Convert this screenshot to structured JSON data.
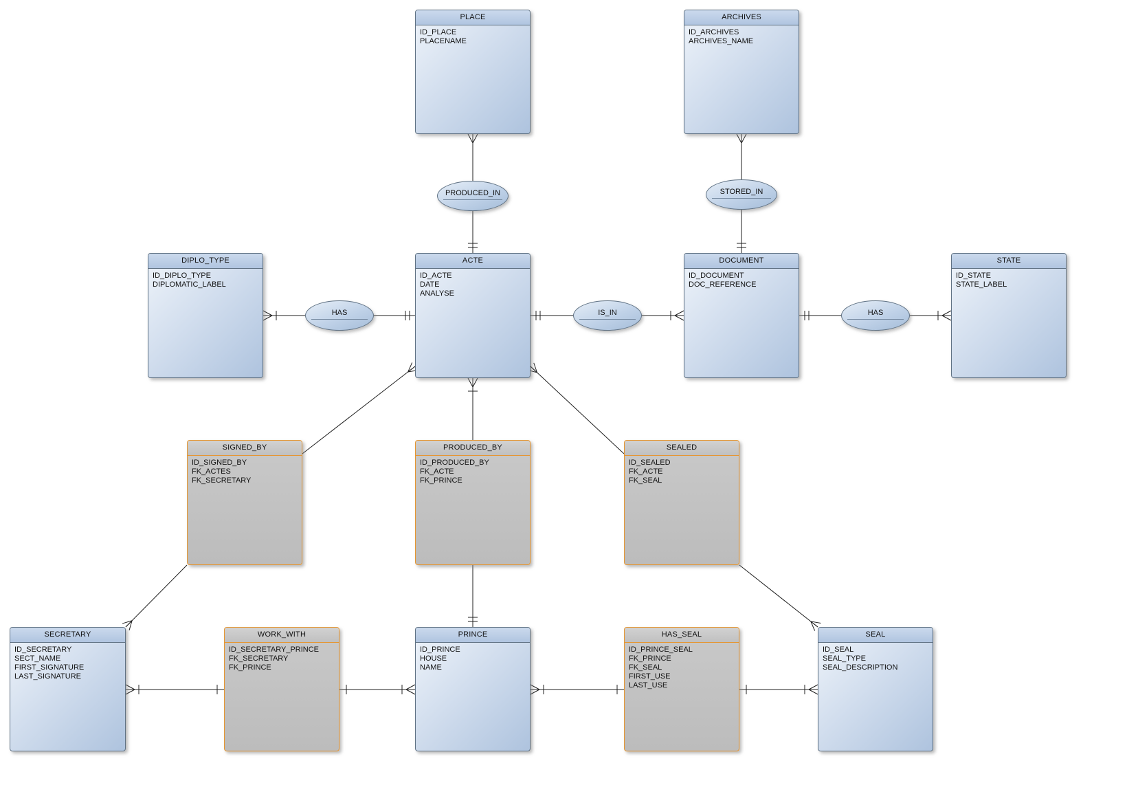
{
  "diagram_type": "entity-relationship",
  "entities": {
    "place": {
      "title": "PLACE",
      "attrs": [
        "ID_PLACE",
        "PLACENAME"
      ]
    },
    "archives": {
      "title": "ARCHIVES",
      "attrs": [
        "ID_ARCHIVES",
        "ARCHIVES_NAME"
      ]
    },
    "diplo_type": {
      "title": "DIPLO_TYPE",
      "attrs": [
        "ID_DIPLO_TYPE",
        "DIPLOMATIC_LABEL"
      ]
    },
    "acte": {
      "title": "ACTE",
      "attrs": [
        "ID_ACTE",
        "DATE",
        "ANALYSE"
      ]
    },
    "document": {
      "title": "DOCUMENT",
      "attrs": [
        "ID_DOCUMENT",
        "DOC_REFERENCE"
      ]
    },
    "state": {
      "title": "STATE",
      "attrs": [
        "ID_STATE",
        "STATE_LABEL"
      ]
    },
    "secretary": {
      "title": "SECRETARY",
      "attrs": [
        "ID_SECRETARY",
        "SECT_NAME",
        "FIRST_SIGNATURE",
        "LAST_SIGNATURE"
      ]
    },
    "prince": {
      "title": "PRINCE",
      "attrs": [
        "ID_PRINCE",
        "HOUSE",
        "NAME"
      ]
    },
    "seal": {
      "title": "SEAL",
      "attrs": [
        "ID_SEAL",
        "SEAL_TYPE",
        "SEAL_DESCRIPTION"
      ]
    }
  },
  "association_tables": {
    "signed_by": {
      "title": "SIGNED_BY",
      "attrs": [
        "ID_SIGNED_BY",
        "FK_ACTES",
        "FK_SECRETARY"
      ]
    },
    "produced_by": {
      "title": "PRODUCED_BY",
      "attrs": [
        "ID_PRODUCED_BY",
        "FK_ACTE",
        "FK_PRINCE"
      ]
    },
    "sealed": {
      "title": "SEALED",
      "attrs": [
        "ID_SEALED",
        "FK_ACTE",
        "FK_SEAL"
      ]
    },
    "work_with": {
      "title": "WORK_WITH",
      "attrs": [
        "ID_SECRETARY_PRINCE",
        "FK_SECRETARY",
        "FK_PRINCE"
      ]
    },
    "has_seal": {
      "title": "HAS_SEAL",
      "attrs": [
        "ID_PRINCE_SEAL",
        "FK_PRINCE",
        "FK_SEAL",
        "FIRST_USE",
        "LAST_USE"
      ]
    }
  },
  "relationships": {
    "produced_in": {
      "label": "PRODUCED_IN"
    },
    "stored_in": {
      "label": "STORED_IN"
    },
    "has_diplo_type": {
      "label": "HAS"
    },
    "is_in": {
      "label": "IS_IN"
    },
    "has_state": {
      "label": "HAS"
    }
  },
  "colors": {
    "entity_fill": "#c9d9ec",
    "entity_border": "#5f7183",
    "association_fill": "#c2c2c2",
    "association_border": "#e6952f",
    "connector": "#1f1f1f",
    "background": "#ffffff"
  }
}
